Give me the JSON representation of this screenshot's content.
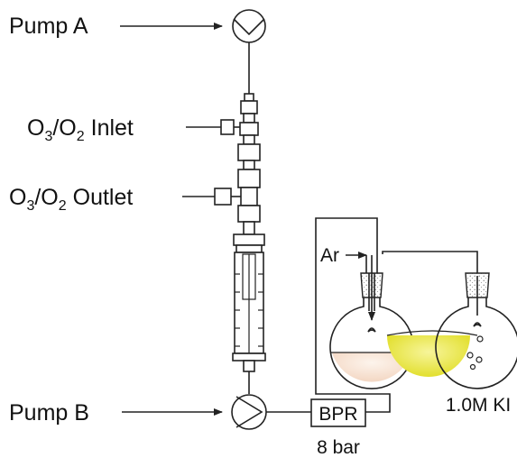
{
  "labels": {
    "pump_a": "Pump A",
    "pump_b": "Pump B",
    "inlet_prefix": "O",
    "inlet_sub1": "3",
    "inlet_mid": "/O",
    "inlet_sub2": "2",
    "inlet_suffix": " Inlet",
    "outlet_prefix": "O",
    "outlet_sub1": "3",
    "outlet_mid": "/O",
    "outlet_sub2": "2",
    "outlet_suffix": " Outlet",
    "argon": "Ar",
    "bpr": "BPR",
    "pressure": "8 bar",
    "ki_solution": "1.0M KI"
  },
  "colors": {
    "left_flask_liquid": "#f8e6d8",
    "right_flask_liquid": "#e9e63a",
    "right_flask_liquid_light": "#f3f28a",
    "line": "#222222"
  }
}
